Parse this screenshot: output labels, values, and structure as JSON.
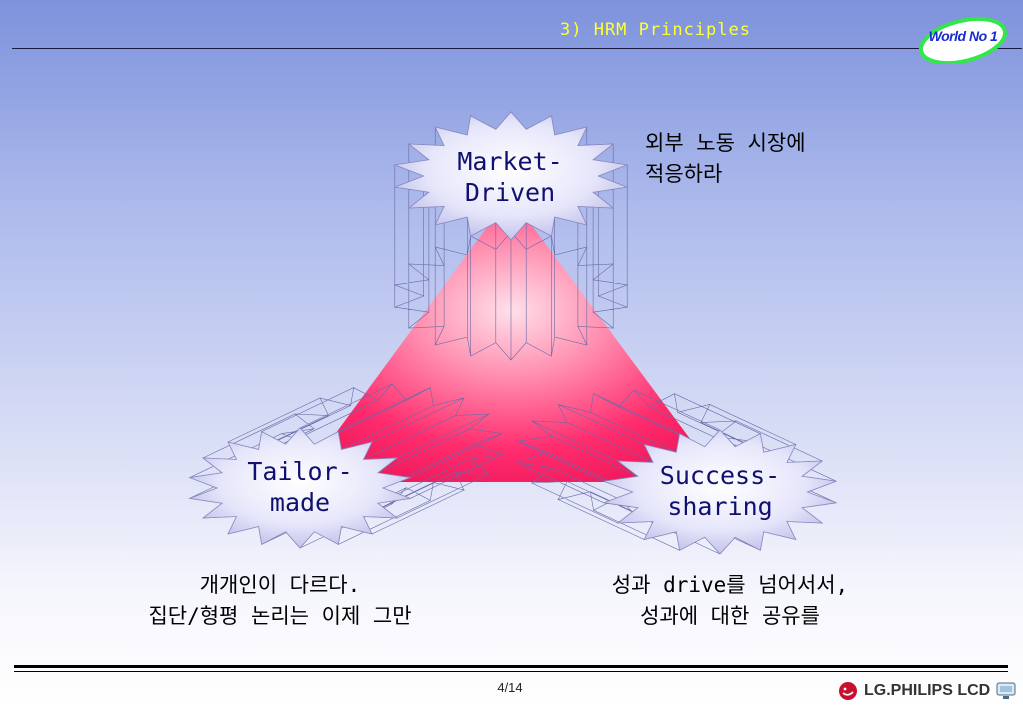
{
  "header": {
    "title": "3) HRM Principles",
    "badge": "World No 1"
  },
  "diagram": {
    "nodes": [
      {
        "id": "market",
        "label_line1": "Market-",
        "label_line2": "Driven"
      },
      {
        "id": "tailor",
        "label_line1": "Tailor-",
        "label_line2": "made"
      },
      {
        "id": "success",
        "label_line1": "Success-",
        "label_line2": "sharing"
      }
    ],
    "notes": {
      "market": {
        "line1": "외부 노동 시장에",
        "line2": "적응하라"
      },
      "tailor": {
        "line1": "개개인이 다르다.",
        "line2": "집단/형평 논리는 이제 그만"
      },
      "success": {
        "line1": "성과 drive를 넘어서서,",
        "line2": "성과에 대한 공유를"
      }
    }
  },
  "footer": {
    "page": "4/14",
    "brand": "LG.PHILIPS LCD"
  },
  "colors": {
    "triangle": "#ff2c6e",
    "burst": "#dcdcfa",
    "label": "#101070",
    "header_title": "#ffff33",
    "badge_text": "#1a2bd0",
    "badge_ring": "#33e64d"
  }
}
